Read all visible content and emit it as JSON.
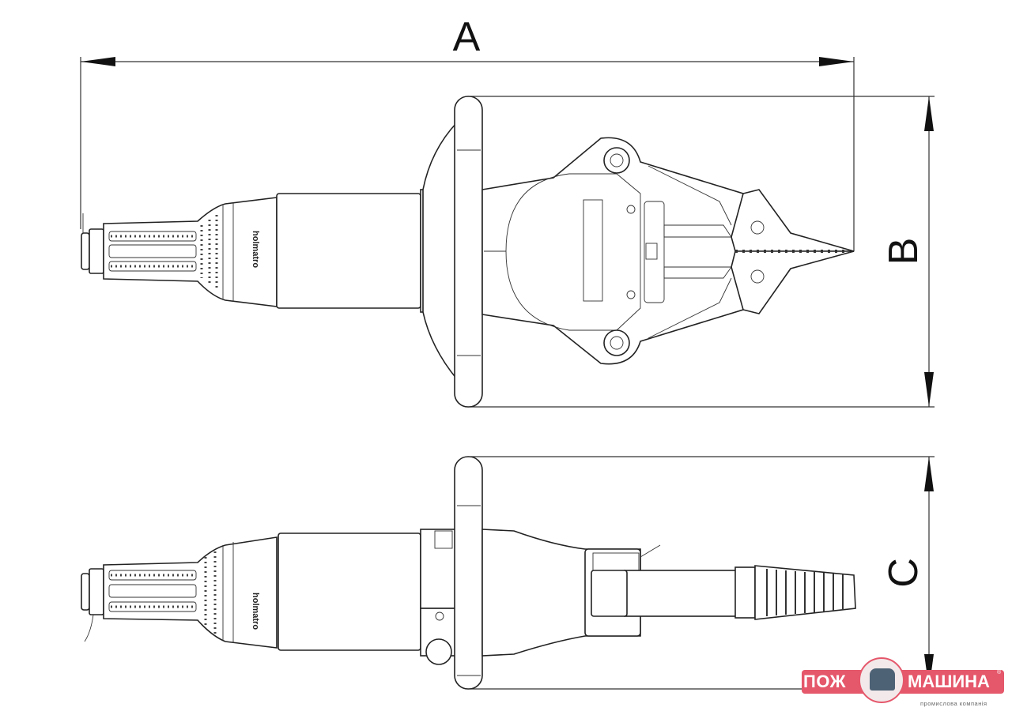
{
  "dimensions": {
    "a_label": "A",
    "b_label": "B",
    "c_label": "C"
  },
  "tool": {
    "brand_top": "holmatro",
    "brand_side": "holmatro"
  },
  "logo": {
    "left_text": "ПОЖ",
    "right_text": "МАШИНА",
    "registered": "®",
    "tagline": "промислова компанія",
    "accent_color": "#e5576b",
    "elephant_color": "#4e6275"
  }
}
